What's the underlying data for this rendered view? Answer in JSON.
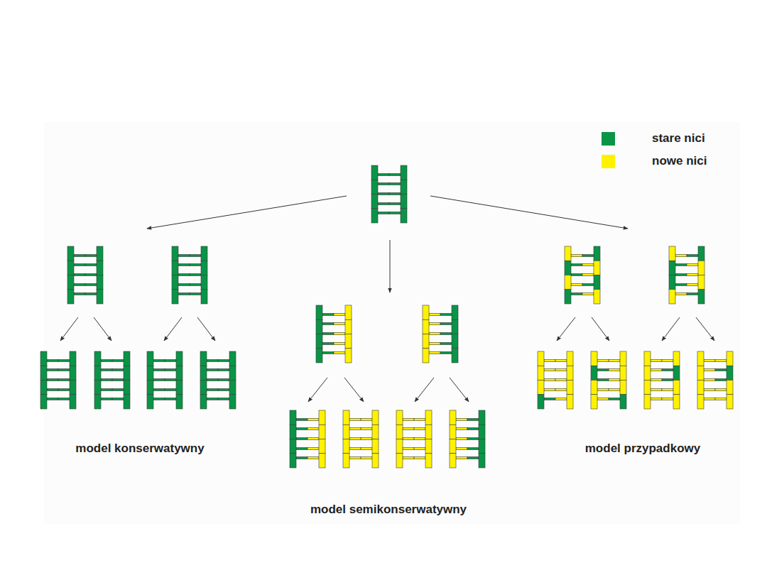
{
  "diagram": {
    "labels": [
      "model konserwatywny",
      "model semikonserwatywny",
      "model przypadkowy"
    ],
    "legend": [
      {
        "text": "stare nici",
        "color": "#0a9447"
      },
      {
        "text": "nowe nici",
        "color": "#fff200"
      }
    ]
  }
}
